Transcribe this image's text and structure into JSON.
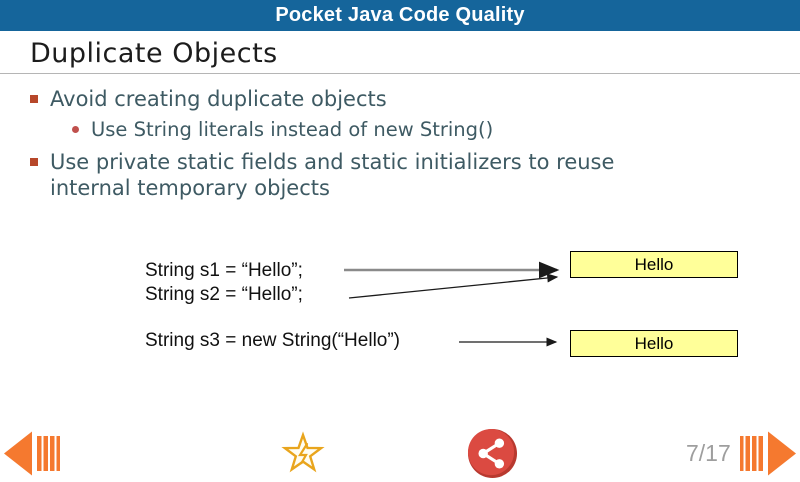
{
  "colors": {
    "topbar_bg": "#15659B",
    "topbar_text": "#FFFFFF",
    "slide_title_text": "#1C1C1C",
    "divider": "#B5B5B5",
    "bullet_marker": "#B7472A",
    "sub_bullet_marker": "#C0504D",
    "body_text": "#3E5A63",
    "code_text": "#111111",
    "box_fill": "#FFFF99",
    "box_border": "#000000",
    "arrow_gray": "#8A8A8A",
    "arrow_black": "#1A1A1A",
    "nav_orange": "#F5792F",
    "star_gold": "#E9A51D",
    "share_red": "#DB4A41",
    "share_red_dark": "#B8392F",
    "page_indicator_text": "#9E9E9E"
  },
  "topbar": {
    "title": "Pocket Java Code Quality"
  },
  "slide": {
    "title": "Duplicate Objects",
    "bullet1": "Avoid creating duplicate objects",
    "sub_bullet1": "Use String literals instead of new String()",
    "bullet2": "Use private static fields and static initializers to reuse\ninternal temporary objects",
    "diagram": {
      "line_s1": "String s1 = “Hello”;",
      "line_s2": "String s2 = “Hello”;",
      "line_s3": "String s3 = new String(“Hello”)",
      "box1_label": "Hello",
      "box2_label": "Hello"
    }
  },
  "navbar": {
    "page_indicator": "7/17",
    "icon_names": [
      "prev-arrow-icon",
      "star-rate-icon",
      "share-icon",
      "next-arrow-icon"
    ]
  }
}
